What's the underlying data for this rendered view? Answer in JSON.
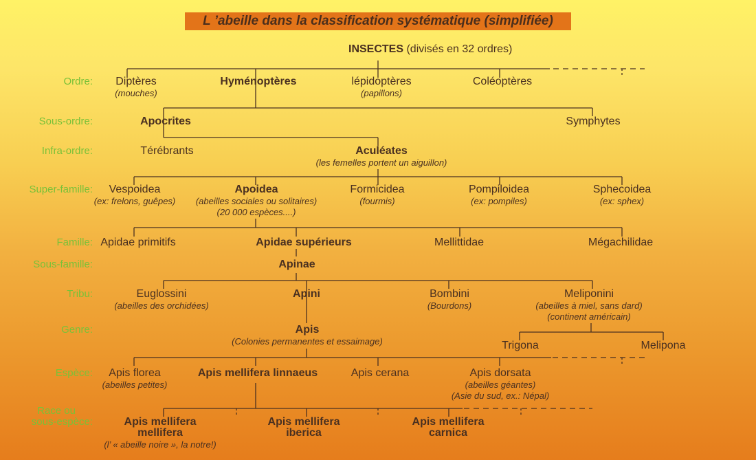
{
  "title": "L ’abeille dans la classification systématique (simplifiée)",
  "root": {
    "name": "INSECTES",
    "note": "(divisés en 32 ordres)"
  },
  "ranks": {
    "ordre": "Ordre:",
    "sous_ordre": "Sous-ordre:",
    "infra_ordre": "Infra-ordre:",
    "super_famille": "Super-famille:",
    "famille": "Famille:",
    "sous_famille": "Sous-famille:",
    "tribu": "Tribu:",
    "genre": "Genre:",
    "espece": "Espèce:",
    "race_1": "Race ou",
    "race_2": "sous-espèce:"
  },
  "ordres": [
    {
      "name": "Diptères",
      "note": "(mouches)"
    },
    {
      "name": "Hyménoptères",
      "note": ""
    },
    {
      "name": "lépidoptères",
      "note": "(papillons)"
    },
    {
      "name": "Coléoptères",
      "note": ""
    }
  ],
  "sous_ordres": [
    {
      "name": "Apocrites"
    },
    {
      "name": "Symphytes"
    }
  ],
  "infra_ordres": [
    {
      "name": "Térébrants"
    },
    {
      "name": "Aculéates",
      "note": "(les femelles portent un aiguillon)"
    }
  ],
  "super_familles": [
    {
      "name": "Vespoidea",
      "note": "(ex: frelons, guêpes)"
    },
    {
      "name": "Apoidea",
      "note": "(abeilles sociales ou solitaires)",
      "note2": "(20 000 espèces....)"
    },
    {
      "name": "Formicidea",
      "note": "(fourmis)"
    },
    {
      "name": "Pompiloidea",
      "note": "(ex: pompiles)"
    },
    {
      "name": "Sphecoidea",
      "note": "(ex: sphex)"
    }
  ],
  "familles": [
    {
      "name": "Apidae primitifs"
    },
    {
      "name": "Apidae supérieurs"
    },
    {
      "name": "Mellittidae"
    },
    {
      "name": "Mégachilidae"
    }
  ],
  "sous_familles": [
    {
      "name": "Apinae"
    }
  ],
  "tribus": [
    {
      "name": "Euglossini",
      "note": "(abeilles des orchidées)"
    },
    {
      "name": "Apini",
      "note": ""
    },
    {
      "name": "Bombini",
      "note": "(Bourdons)"
    },
    {
      "name": "Meliponini",
      "note": "(abeilles à miel, sans dard)",
      "note2": "(continent américain)"
    }
  ],
  "genres": [
    {
      "name": "Apis",
      "note": "(Colonies permanentes et essaimage)"
    },
    {
      "name": "Trigona"
    },
    {
      "name": "Melipona"
    }
  ],
  "especes": [
    {
      "name": "Apis florea",
      "note": "(abeilles petites)"
    },
    {
      "name": "Apis mellifera linnaeus"
    },
    {
      "name": "Apis cerana"
    },
    {
      "name": "Apis dorsata",
      "note": "(abeilles géantes)",
      "note2": "(Asie du sud, ex.: Népal)"
    }
  ],
  "races": [
    {
      "name": "Apis mellifera",
      "name2": "mellifera",
      "note": "(l’ « abeille noire », la notre!)"
    },
    {
      "name": "Apis mellifera",
      "name2": "iberica"
    },
    {
      "name": "Apis mellifera",
      "name2": "carnica"
    }
  ],
  "colors": {
    "background_top": "#fff266",
    "background_bottom": "#e67d1c",
    "title_bg": "#e37419",
    "rank_label": "#79c138",
    "text": "#4a3020",
    "line": "#4a3020"
  }
}
